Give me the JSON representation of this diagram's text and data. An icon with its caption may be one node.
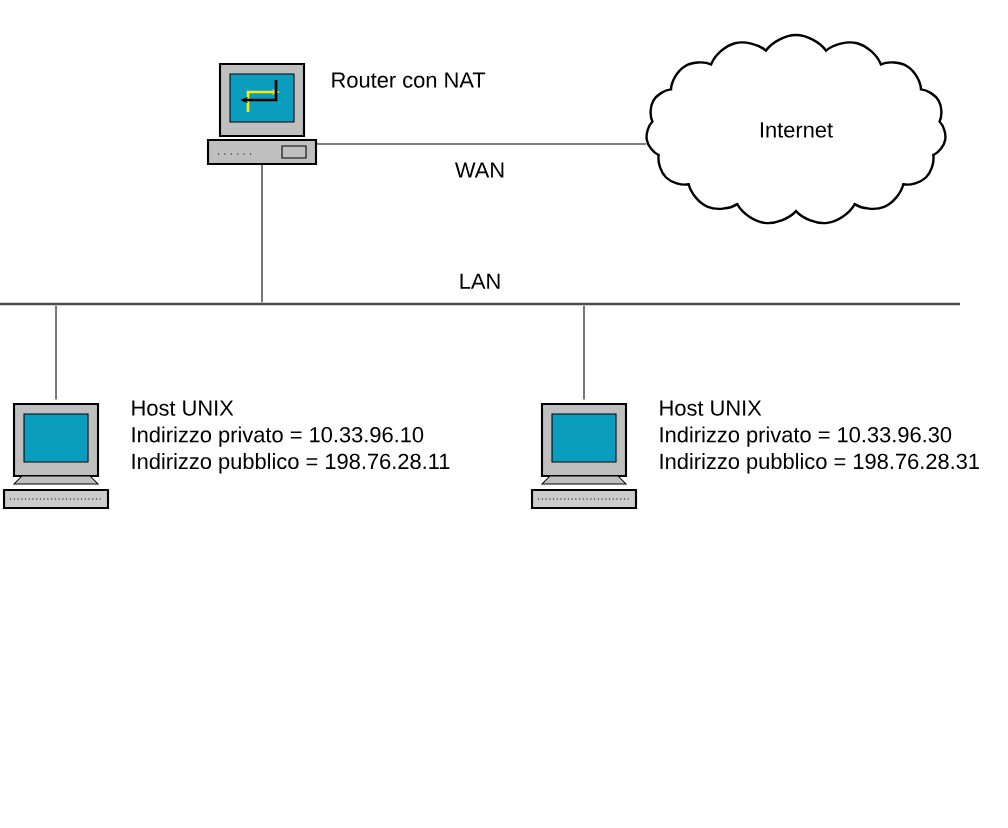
{
  "diagram": {
    "nodes": [
      {
        "text": [],
        "shape": "picture",
        "beside": [
          "Router con NAT"
        ]
      },
      {
        "text": [
          "Internet"
        ]
      },
      {
        "text": [],
        "shape": "bar",
        "beside": [
          "LAN"
        ]
      },
      {
        "text": [],
        "shape": "picture",
        "beside": [
          "Host UNIX",
          "Indirizzo privato = 10.33.96.10",
          "Indirizzo pubblico = 198.76.28.11"
        ]
      },
      {
        "text": [],
        "shape": "picture",
        "beside": [
          "Host UNIX",
          "Indirizzo privato = 10.33.96.30",
          "Indirizzo pubblico = 198.76.28.31"
        ]
      }
    ],
    "edges": [
      {
        "from": 0,
        "to": 1,
        "arrow": "none",
        "label": "WAN"
      },
      {
        "from": 0,
        "to": 2,
        "arrow": "none"
      },
      {
        "from": 2,
        "to": 3,
        "arrow": "none"
      },
      {
        "from": 2,
        "to": 4,
        "arrow": "none"
      }
    ]
  }
}
